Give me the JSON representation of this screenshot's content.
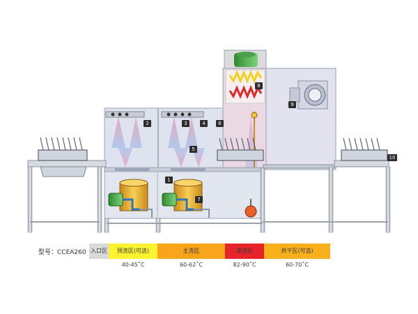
{
  "markers": [
    "1",
    "2",
    "3",
    "4",
    "5",
    "6",
    "7",
    "8",
    "9",
    "10"
  ],
  "zone_bar": {
    "model": "型号：CCEA260",
    "zones": [
      {
        "label": "入口区",
        "temp": "",
        "color": "#d9d9d9"
      },
      {
        "label": "预洗区(可选)",
        "temp": "40-45˚C",
        "color": "#fff22e"
      },
      {
        "label": "主洗区",
        "temp": "60-62˚C",
        "color": "#f9a51b"
      },
      {
        "label": "漂洗区",
        "temp": "82-90˚C",
        "color": "#e8242b"
      },
      {
        "label": "烘干区(可选)",
        "temp": "60-70˚C",
        "color": "#f9b01a"
      }
    ]
  }
}
